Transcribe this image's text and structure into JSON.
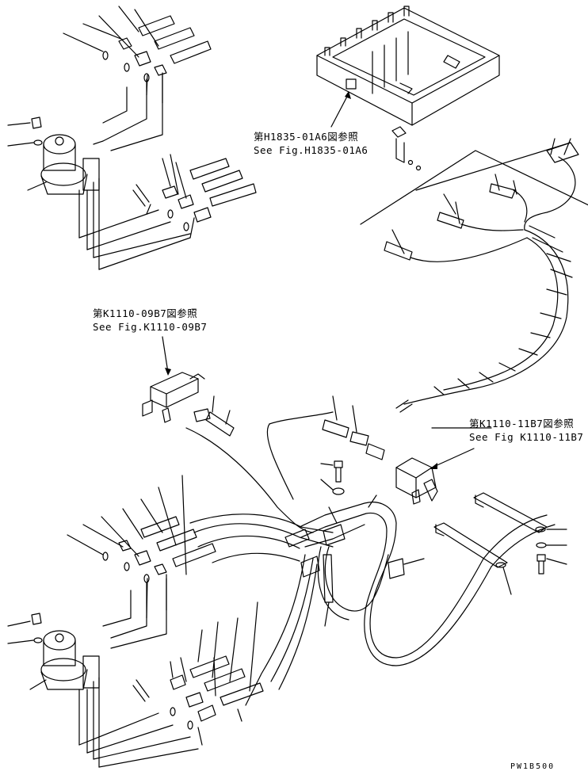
{
  "references": [
    {
      "jp": "第H1835-01A6図参照",
      "en": "See Fig.H1835-01A6"
    },
    {
      "jp": "第K1110-09B7図参照",
      "en": "See Fig.K1110-09B7"
    },
    {
      "jp": "第K1110-11B7図参照",
      "en": "See Fig K1110-11B7"
    }
  ],
  "drawing_code": "PW1B500"
}
